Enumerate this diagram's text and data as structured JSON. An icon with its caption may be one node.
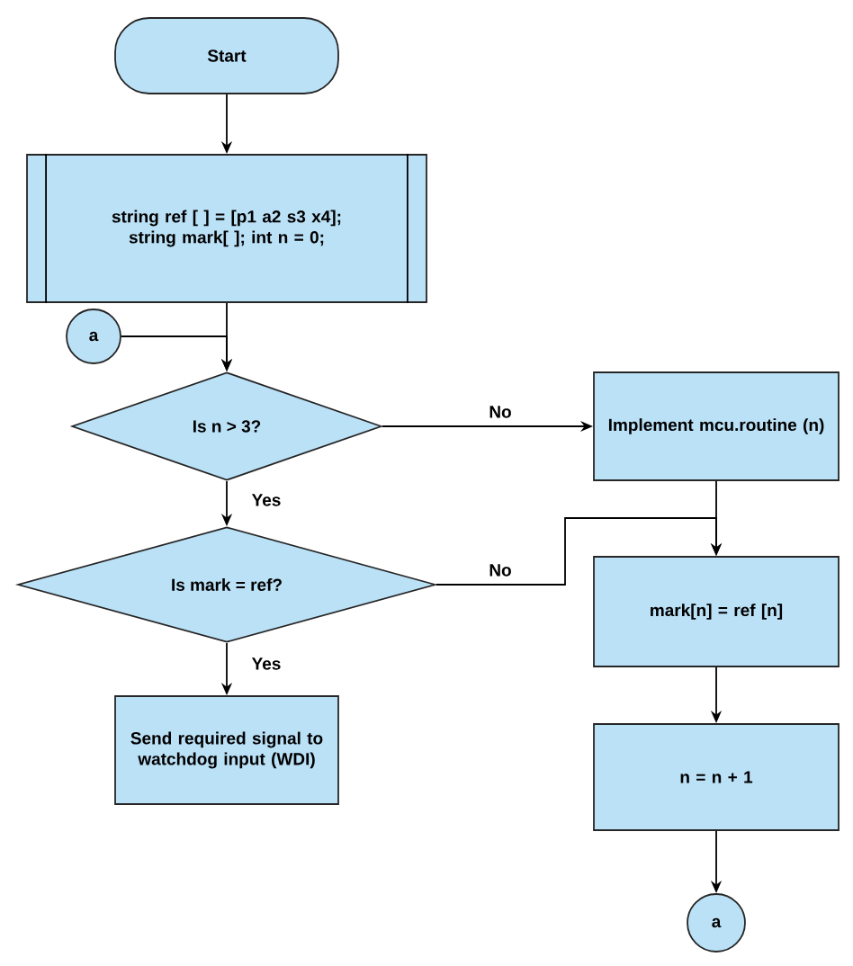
{
  "diagram": {
    "nodes": [
      {
        "text": [
          "Start"
        ]
      },
      {
        "text": [
          "string ref [ ] = [p1 a2 s3 x4]; string mark[ ]; int n = 0;"
        ]
      },
      {
        "text": [
          "a"
        ]
      },
      {
        "text": [
          "Is n > 3?"
        ]
      },
      {
        "text": [
          "Is mark = ref?"
        ]
      },
      {
        "text": [
          "Send required signal to watchdog input (WDI)"
        ]
      },
      {
        "text": [
          "Implement mcu.routine (n)"
        ]
      },
      {
        "text": [
          "mark[n] = ref [n]"
        ]
      },
      {
        "text": [
          "n = n + 1"
        ]
      },
      {
        "text": [
          "a"
        ]
      }
    ],
    "edges": [
      {
        "from": 0,
        "to": 1,
        "arrow": "to"
      },
      {
        "from": 1,
        "to": 3,
        "arrow": "to"
      },
      {
        "from": 2,
        "to": 3,
        "arrow": "to"
      },
      {
        "from": 3,
        "to": 6,
        "arrow": "to",
        "label": "No"
      },
      {
        "from": 3,
        "to": 4,
        "arrow": "to",
        "label": "Yes"
      },
      {
        "from": 4,
        "to": 7,
        "arrow": "to",
        "label": "No"
      },
      {
        "from": 4,
        "to": 5,
        "arrow": "to",
        "label": "Yes"
      },
      {
        "from": 6,
        "to": 7,
        "arrow": "to"
      },
      {
        "from": 7,
        "to": 8,
        "arrow": "to"
      },
      {
        "from": 8,
        "to": 9,
        "arrow": "to"
      }
    ]
  }
}
